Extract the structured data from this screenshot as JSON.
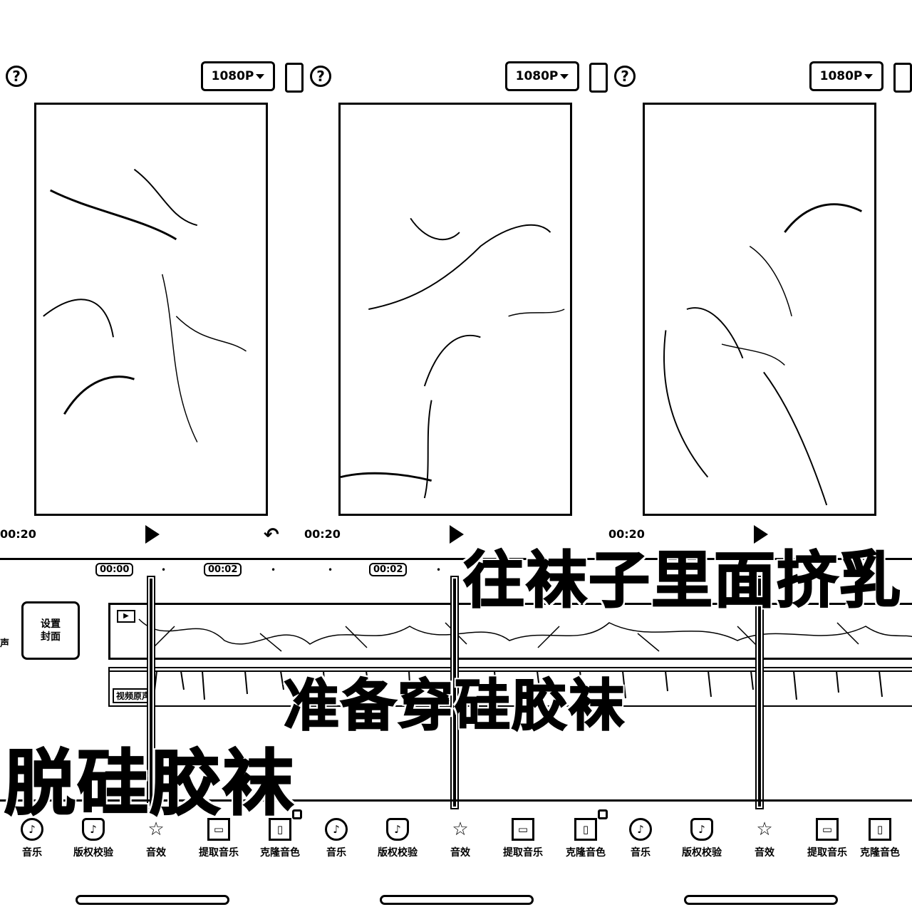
{
  "panels": [
    {
      "help_icon": "?",
      "resolution": "1080P",
      "time": "00:20",
      "tools": [
        "音乐",
        "版权校验",
        "音效",
        "提取音乐",
        "克隆音色"
      ]
    },
    {
      "help_icon": "?",
      "resolution": "1080P",
      "time": "00:20",
      "tools": [
        "音乐",
        "版权校验",
        "音效",
        "提取音乐",
        "克隆音色"
      ]
    },
    {
      "help_icon": "?",
      "resolution": "1080P",
      "time": "00:20",
      "tools": [
        "音乐",
        "版权校验",
        "音效",
        "提取音乐",
        "克隆音色"
      ]
    }
  ],
  "timeline": {
    "ticks": [
      "00:00",
      "00:02",
      "00:02"
    ],
    "cover_label": "设置\n封面",
    "cover_side": "声",
    "original_audio": "视频原声"
  },
  "captions": {
    "top": "往袜子里面挤乳",
    "middle": "准备穿硅胶袜",
    "bottom": "脱硅胶袜"
  },
  "colors": {
    "ink": "#000000",
    "paper": "#ffffff"
  },
  "icons": [
    "help-icon",
    "play-icon",
    "undo-icon",
    "music-icon",
    "shield-icon",
    "star-icon",
    "folder-icon",
    "clone-icon"
  ]
}
